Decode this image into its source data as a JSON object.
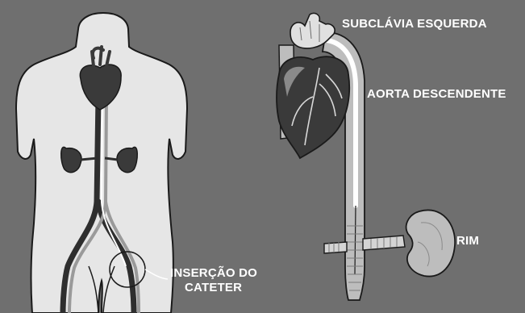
{
  "labels": {
    "subclavia": "SUBCLÁVIA ESQUERDA",
    "aorta": "AORTA DESCENDENTE",
    "rim": "RIM",
    "insercao_line1": "INSERÇÃO DO",
    "insercao_line2": "CATETER"
  },
  "colors": {
    "background": "#6f6f6f",
    "body": "#e6e6e6",
    "organ": "#3a3a3a",
    "outline": "#1a1a1a",
    "label_text": "#ffffff"
  }
}
